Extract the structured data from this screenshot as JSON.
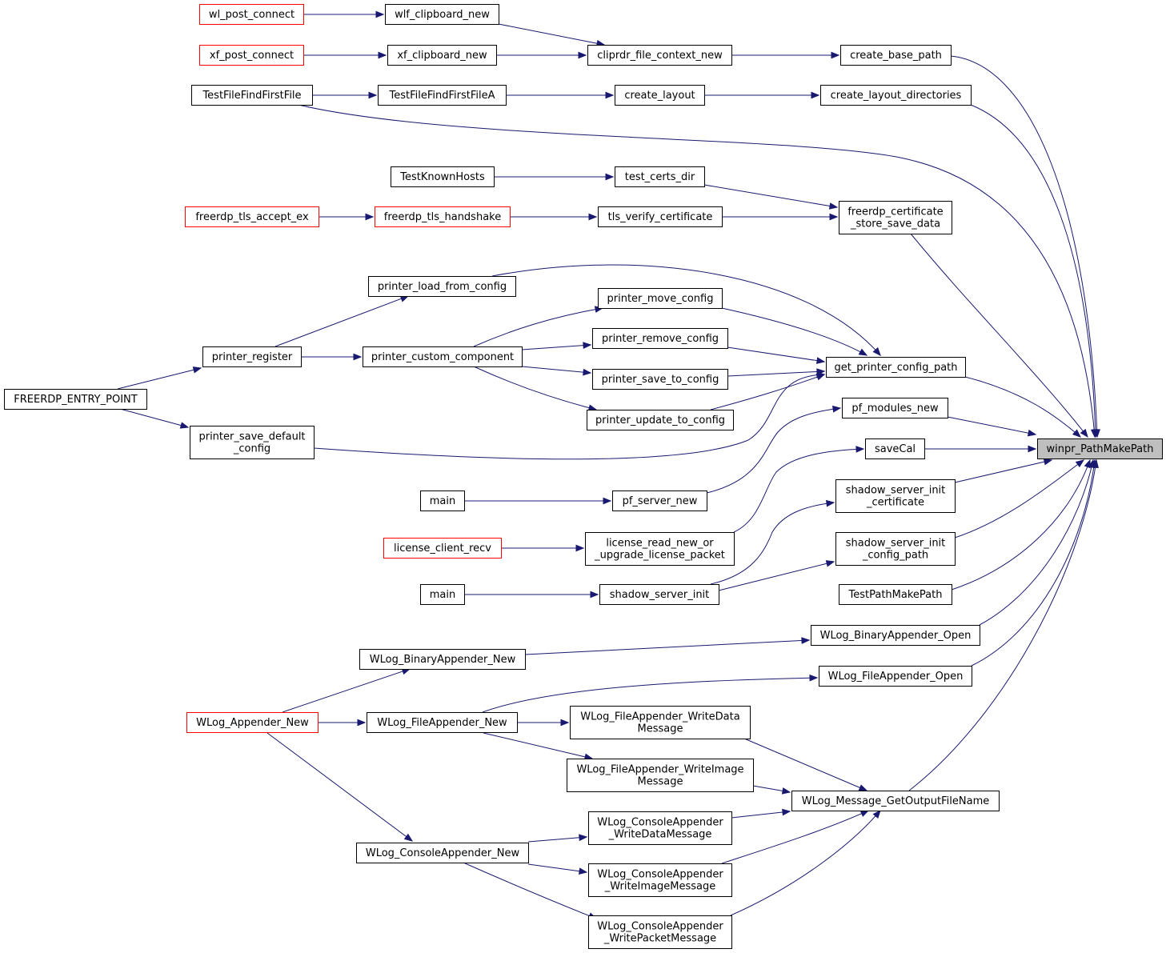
{
  "diagram": {
    "type": "call-graph",
    "colors": {
      "edge": "#191970",
      "node_border": "#000000",
      "truncated_border": "#ff0000",
      "focus_fill": "#bfbfbf",
      "node_fill": "#ffffff"
    },
    "nodes": {
      "winpr_PathMakePath": {
        "lines": [
          "winpr_PathMakePath"
        ],
        "style": "focus"
      },
      "create_base_path": {
        "lines": [
          "create_base_path"
        ],
        "style": "normal"
      },
      "cliprdr_file_context_new": {
        "lines": [
          "cliprdr_file_context_new"
        ],
        "style": "normal"
      },
      "wlf_clipboard_new": {
        "lines": [
          "wlf_clipboard_new"
        ],
        "style": "normal"
      },
      "wl_post_connect": {
        "lines": [
          "wl_post_connect"
        ],
        "style": "truncated"
      },
      "xf_clipboard_new": {
        "lines": [
          "xf_clipboard_new"
        ],
        "style": "normal"
      },
      "xf_post_connect": {
        "lines": [
          "xf_post_connect"
        ],
        "style": "truncated"
      },
      "create_layout_directories": {
        "lines": [
          "create_layout_directories"
        ],
        "style": "normal"
      },
      "create_layout": {
        "lines": [
          "create_layout"
        ],
        "style": "normal"
      },
      "TestFileFindFirstFileA": {
        "lines": [
          "TestFileFindFirstFileA"
        ],
        "style": "normal"
      },
      "TestFileFindFirstFile": {
        "lines": [
          "TestFileFindFirstFile"
        ],
        "style": "normal"
      },
      "freerdp_certificate_store_save_data": {
        "lines": [
          "freerdp_certificate",
          "_store_save_data"
        ],
        "style": "normal"
      },
      "test_certs_dir": {
        "lines": [
          "test_certs_dir"
        ],
        "style": "normal"
      },
      "TestKnownHosts": {
        "lines": [
          "TestKnownHosts"
        ],
        "style": "normal"
      },
      "tls_verify_certificate": {
        "lines": [
          "tls_verify_certificate"
        ],
        "style": "normal"
      },
      "freerdp_tls_handshake": {
        "lines": [
          "freerdp_tls_handshake"
        ],
        "style": "truncated"
      },
      "freerdp_tls_accept_ex": {
        "lines": [
          "freerdp_tls_accept_ex"
        ],
        "style": "truncated"
      },
      "get_printer_config_path": {
        "lines": [
          "get_printer_config_path"
        ],
        "style": "normal"
      },
      "printer_load_from_config": {
        "lines": [
          "printer_load_from_config"
        ],
        "style": "normal"
      },
      "printer_register": {
        "lines": [
          "printer_register"
        ],
        "style": "normal"
      },
      "FREERDP_ENTRY_POINT": {
        "lines": [
          "FREERDP_ENTRY_POINT"
        ],
        "style": "normal"
      },
      "printer_move_config": {
        "lines": [
          "printer_move_config"
        ],
        "style": "normal"
      },
      "printer_custom_component": {
        "lines": [
          "printer_custom_component"
        ],
        "style": "normal"
      },
      "printer_remove_config": {
        "lines": [
          "printer_remove_config"
        ],
        "style": "normal"
      },
      "printer_save_to_config": {
        "lines": [
          "printer_save_to_config"
        ],
        "style": "normal"
      },
      "printer_update_to_config": {
        "lines": [
          "printer_update_to_config"
        ],
        "style": "normal"
      },
      "printer_save_default_config": {
        "lines": [
          "printer_save_default",
          "_config"
        ],
        "style": "normal"
      },
      "pf_modules_new": {
        "lines": [
          "pf_modules_new"
        ],
        "style": "normal"
      },
      "pf_server_new": {
        "lines": [
          "pf_server_new"
        ],
        "style": "normal"
      },
      "main_pf": {
        "lines": [
          "main"
        ],
        "style": "normal"
      },
      "saveCal": {
        "lines": [
          "saveCal"
        ],
        "style": "normal"
      },
      "license_read_new_or_upgrade_license_packet": {
        "lines": [
          "license_read_new_or",
          "_upgrade_license_packet"
        ],
        "style": "normal"
      },
      "license_client_recv": {
        "lines": [
          "license_client_recv"
        ],
        "style": "truncated"
      },
      "shadow_server_init_certificate": {
        "lines": [
          "shadow_server_init",
          "_certificate"
        ],
        "style": "normal"
      },
      "shadow_server_init": {
        "lines": [
          "shadow_server_init"
        ],
        "style": "normal"
      },
      "main_shadow": {
        "lines": [
          "main"
        ],
        "style": "normal"
      },
      "shadow_server_init_config_path": {
        "lines": [
          "shadow_server_init",
          "_config_path"
        ],
        "style": "normal"
      },
      "TestPathMakePath": {
        "lines": [
          "TestPathMakePath"
        ],
        "style": "normal"
      },
      "WLog_BinaryAppender_Open": {
        "lines": [
          "WLog_BinaryAppender_Open"
        ],
        "style": "normal"
      },
      "WLog_BinaryAppender_New": {
        "lines": [
          "WLog_BinaryAppender_New"
        ],
        "style": "normal"
      },
      "WLog_Appender_New": {
        "lines": [
          "WLog_Appender_New"
        ],
        "style": "truncated"
      },
      "WLog_FileAppender_Open": {
        "lines": [
          "WLog_FileAppender_Open"
        ],
        "style": "normal"
      },
      "WLog_FileAppender_New": {
        "lines": [
          "WLog_FileAppender_New"
        ],
        "style": "normal"
      },
      "WLog_Message_GetOutputFileName": {
        "lines": [
          "WLog_Message_GetOutputFileName"
        ],
        "style": "normal"
      },
      "WLog_FileAppender_WriteDataMessage": {
        "lines": [
          "WLog_FileAppender_WriteData",
          "Message"
        ],
        "style": "normal"
      },
      "WLog_FileAppender_WriteImageMessage": {
        "lines": [
          "WLog_FileAppender_WriteImage",
          "Message"
        ],
        "style": "normal"
      },
      "WLog_ConsoleAppender_WriteDataMessage": {
        "lines": [
          "WLog_ConsoleAppender",
          "_WriteDataMessage"
        ],
        "style": "normal"
      },
      "WLog_ConsoleAppender_New": {
        "lines": [
          "WLog_ConsoleAppender_New"
        ],
        "style": "normal"
      },
      "WLog_ConsoleAppender_WriteImageMessage": {
        "lines": [
          "WLog_ConsoleAppender",
          "_WriteImageMessage"
        ],
        "style": "normal"
      },
      "WLog_ConsoleAppender_WritePacketMessage": {
        "lines": [
          "WLog_ConsoleAppender",
          "_WritePacketMessage"
        ],
        "style": "normal"
      }
    },
    "edges": [
      [
        "create_base_path",
        "winpr_PathMakePath"
      ],
      [
        "cliprdr_file_context_new",
        "create_base_path"
      ],
      [
        "wlf_clipboard_new",
        "cliprdr_file_context_new"
      ],
      [
        "wl_post_connect",
        "wlf_clipboard_new"
      ],
      [
        "xf_clipboard_new",
        "cliprdr_file_context_new"
      ],
      [
        "xf_post_connect",
        "xf_clipboard_new"
      ],
      [
        "create_layout_directories",
        "winpr_PathMakePath"
      ],
      [
        "create_layout",
        "create_layout_directories"
      ],
      [
        "TestFileFindFirstFileA",
        "create_layout"
      ],
      [
        "TestFileFindFirstFile",
        "TestFileFindFirstFileA"
      ],
      [
        "TestFileFindFirstFile",
        "winpr_PathMakePath"
      ],
      [
        "freerdp_certificate_store_save_data",
        "winpr_PathMakePath"
      ],
      [
        "test_certs_dir",
        "freerdp_certificate_store_save_data"
      ],
      [
        "TestKnownHosts",
        "test_certs_dir"
      ],
      [
        "tls_verify_certificate",
        "freerdp_certificate_store_save_data"
      ],
      [
        "freerdp_tls_handshake",
        "tls_verify_certificate"
      ],
      [
        "freerdp_tls_accept_ex",
        "freerdp_tls_handshake"
      ],
      [
        "get_printer_config_path",
        "winpr_PathMakePath"
      ],
      [
        "printer_load_from_config",
        "get_printer_config_path"
      ],
      [
        "printer_register",
        "printer_load_from_config"
      ],
      [
        "FREERDP_ENTRY_POINT",
        "printer_register"
      ],
      [
        "printer_move_config",
        "get_printer_config_path"
      ],
      [
        "printer_custom_component",
        "printer_move_config"
      ],
      [
        "printer_register",
        "printer_custom_component"
      ],
      [
        "printer_remove_config",
        "get_printer_config_path"
      ],
      [
        "printer_custom_component",
        "printer_remove_config"
      ],
      [
        "printer_save_to_config",
        "get_printer_config_path"
      ],
      [
        "printer_custom_component",
        "printer_save_to_config"
      ],
      [
        "printer_update_to_config",
        "get_printer_config_path"
      ],
      [
        "printer_custom_component",
        "printer_update_to_config"
      ],
      [
        "printer_save_default_config",
        "get_printer_config_path"
      ],
      [
        "FREERDP_ENTRY_POINT",
        "printer_save_default_config"
      ],
      [
        "pf_modules_new",
        "winpr_PathMakePath"
      ],
      [
        "pf_server_new",
        "pf_modules_new"
      ],
      [
        "main_pf",
        "pf_server_new"
      ],
      [
        "saveCal",
        "winpr_PathMakePath"
      ],
      [
        "license_read_new_or_upgrade_license_packet",
        "saveCal"
      ],
      [
        "license_client_recv",
        "license_read_new_or_upgrade_license_packet"
      ],
      [
        "shadow_server_init_certificate",
        "winpr_PathMakePath"
      ],
      [
        "shadow_server_init",
        "shadow_server_init_certificate"
      ],
      [
        "main_shadow",
        "shadow_server_init"
      ],
      [
        "shadow_server_init_config_path",
        "winpr_PathMakePath"
      ],
      [
        "shadow_server_init",
        "shadow_server_init_config_path"
      ],
      [
        "TestPathMakePath",
        "winpr_PathMakePath"
      ],
      [
        "WLog_BinaryAppender_Open",
        "winpr_PathMakePath"
      ],
      [
        "WLog_BinaryAppender_New",
        "WLog_BinaryAppender_Open"
      ],
      [
        "WLog_Appender_New",
        "WLog_BinaryAppender_New"
      ],
      [
        "WLog_FileAppender_Open",
        "winpr_PathMakePath"
      ],
      [
        "WLog_FileAppender_New",
        "WLog_FileAppender_Open"
      ],
      [
        "WLog_Appender_New",
        "WLog_FileAppender_New"
      ],
      [
        "WLog_Message_GetOutputFileName",
        "winpr_PathMakePath"
      ],
      [
        "WLog_FileAppender_WriteDataMessage",
        "WLog_Message_GetOutputFileName"
      ],
      [
        "WLog_FileAppender_New",
        "WLog_FileAppender_WriteDataMessage"
      ],
      [
        "WLog_FileAppender_WriteImageMessage",
        "WLog_Message_GetOutputFileName"
      ],
      [
        "WLog_FileAppender_New",
        "WLog_FileAppender_WriteImageMessage"
      ],
      [
        "WLog_ConsoleAppender_WriteDataMessage",
        "WLog_Message_GetOutputFileName"
      ],
      [
        "WLog_ConsoleAppender_New",
        "WLog_ConsoleAppender_WriteDataMessage"
      ],
      [
        "WLog_Appender_New",
        "WLog_ConsoleAppender_New"
      ],
      [
        "WLog_ConsoleAppender_WriteImageMessage",
        "WLog_Message_GetOutputFileName"
      ],
      [
        "WLog_ConsoleAppender_New",
        "WLog_ConsoleAppender_WriteImageMessage"
      ],
      [
        "WLog_ConsoleAppender_WritePacketMessage",
        "WLog_Message_GetOutputFileName"
      ],
      [
        "WLog_ConsoleAppender_New",
        "WLog_ConsoleAppender_WritePacketMessage"
      ]
    ]
  }
}
